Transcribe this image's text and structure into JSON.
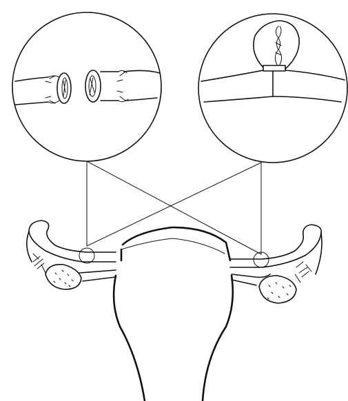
{
  "diagram": {
    "kind": "medical-illustration",
    "subject": "uterus-with-fallopian-tubes",
    "panels": [
      {
        "id": "left-detail",
        "depicts": "cut-tube-segments"
      },
      {
        "id": "right-detail",
        "depicts": "ligated-tube-loop"
      }
    ],
    "colors": {
      "ink": "#111111",
      "background": "#ffffff"
    }
  }
}
